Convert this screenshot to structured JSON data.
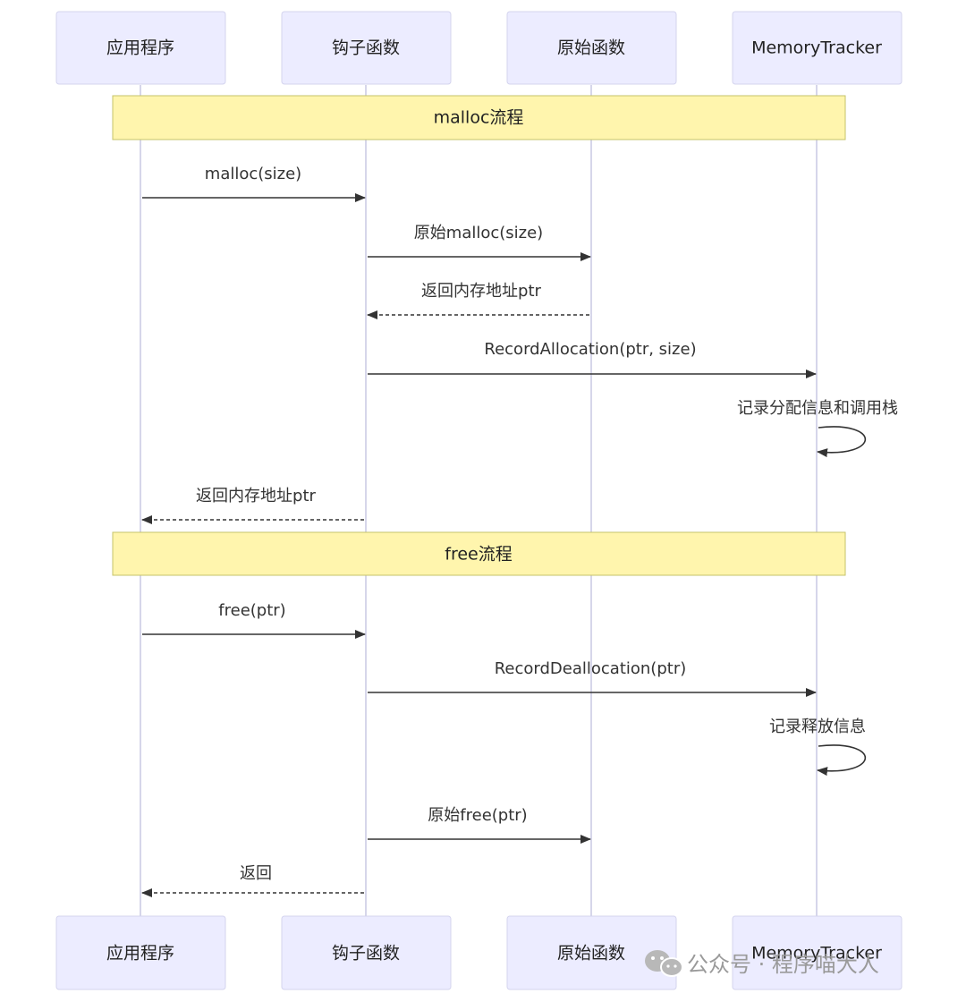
{
  "actors": [
    {
      "id": "app",
      "label": "应用程序"
    },
    {
      "id": "hook",
      "label": "钩子函数"
    },
    {
      "id": "orig",
      "label": "原始函数"
    },
    {
      "id": "tracker",
      "label": "MemoryTracker"
    }
  ],
  "sections": [
    {
      "label": "malloc流程"
    },
    {
      "label": "free流程"
    }
  ],
  "messages": [
    {
      "from": "app",
      "to": "hook",
      "label": "malloc(size)",
      "style": "solid"
    },
    {
      "from": "hook",
      "to": "orig",
      "label": "原始malloc(size)",
      "style": "solid"
    },
    {
      "from": "orig",
      "to": "hook",
      "label": "返回内存地址ptr",
      "style": "dashed"
    },
    {
      "from": "hook",
      "to": "tracker",
      "label": "RecordAllocation(ptr, size)",
      "style": "solid"
    },
    {
      "from": "tracker",
      "to": "tracker",
      "label": "记录分配信息和调用栈",
      "style": "self"
    },
    {
      "from": "hook",
      "to": "app",
      "label": "返回内存地址ptr",
      "style": "dashed"
    },
    {
      "from": "app",
      "to": "hook",
      "label": "free(ptr)",
      "style": "solid"
    },
    {
      "from": "hook",
      "to": "tracker",
      "label": "RecordDeallocation(ptr)",
      "style": "solid"
    },
    {
      "from": "tracker",
      "to": "tracker",
      "label": "记录释放信息",
      "style": "self"
    },
    {
      "from": "hook",
      "to": "orig",
      "label": "原始free(ptr)",
      "style": "solid"
    },
    {
      "from": "hook",
      "to": "app",
      "label": "返回",
      "style": "dashed"
    }
  ],
  "watermark": {
    "icon": "wechat-icon",
    "text": "公众号 · 程序喵大人"
  }
}
